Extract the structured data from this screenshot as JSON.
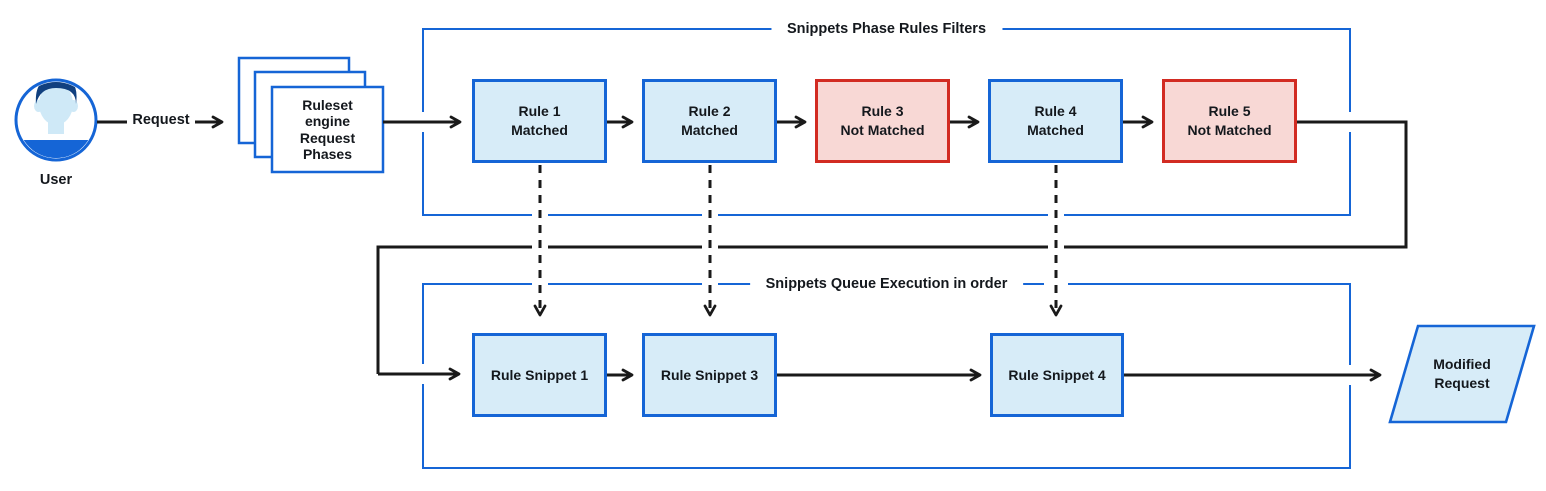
{
  "diagram": {
    "actor": {
      "label": "User"
    },
    "request_arrow": {
      "label": "Request"
    },
    "ruleset_stack": {
      "lines": [
        "Ruleset",
        "engine",
        "Request",
        "Phases"
      ]
    },
    "phase_filters": {
      "title": "Snippets Phase Rules Filters",
      "rules": [
        {
          "name": "Rule 1",
          "status": "Matched",
          "state": "matched"
        },
        {
          "name": "Rule 2",
          "status": "Matched",
          "state": "matched"
        },
        {
          "name": "Rule 3",
          "status": "Not Matched",
          "state": "not-matched"
        },
        {
          "name": "Rule 4",
          "status": "Matched",
          "state": "matched"
        },
        {
          "name": "Rule 5",
          "status": "Not Matched",
          "state": "not-matched"
        }
      ]
    },
    "queue": {
      "title": "Snippets Queue Execution in order",
      "snippets": [
        {
          "label": "Rule Snippet 1"
        },
        {
          "label": "Rule Snippet 3"
        },
        {
          "label": "Rule Snippet 4"
        }
      ]
    },
    "output": {
      "lines": [
        "Modified",
        "Request"
      ]
    },
    "colors": {
      "blue": "#1565d6",
      "light_blue": "#d7ecf8",
      "red": "#d22b22",
      "light_red": "#f8d8d5",
      "line_black": "#1a1a1a",
      "avatar_hair": "#11407f",
      "avatar_skin": "#cfe9f7"
    }
  }
}
